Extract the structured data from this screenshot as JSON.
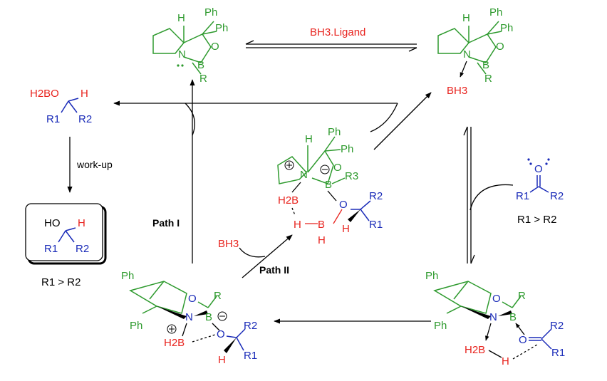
{
  "colors": {
    "green": "#2e9a2e",
    "red": "#e8231e",
    "blue": "#1a2bb8",
    "black": "#000000"
  },
  "arrow_labels": {
    "bh3_ligand": "BH3.Ligand",
    "work_up": "work-up",
    "path_1": "Path I",
    "path_2": "Path II",
    "bh3": "BH3"
  },
  "conditions": {
    "r1_gt_r2_left": "R1 > R2",
    "r1_gt_r2_right": "R1 > R2"
  },
  "atoms": {
    "H": "H",
    "Ph": "Ph",
    "N": "N",
    "B": "B",
    "O": "O",
    "R": "R",
    "R1": "R1",
    "R2": "R2",
    "R3": "R3",
    "H2B": "H2B",
    "H2BO": "H2BO",
    "HO": "HO",
    "BH3": "BH3"
  }
}
